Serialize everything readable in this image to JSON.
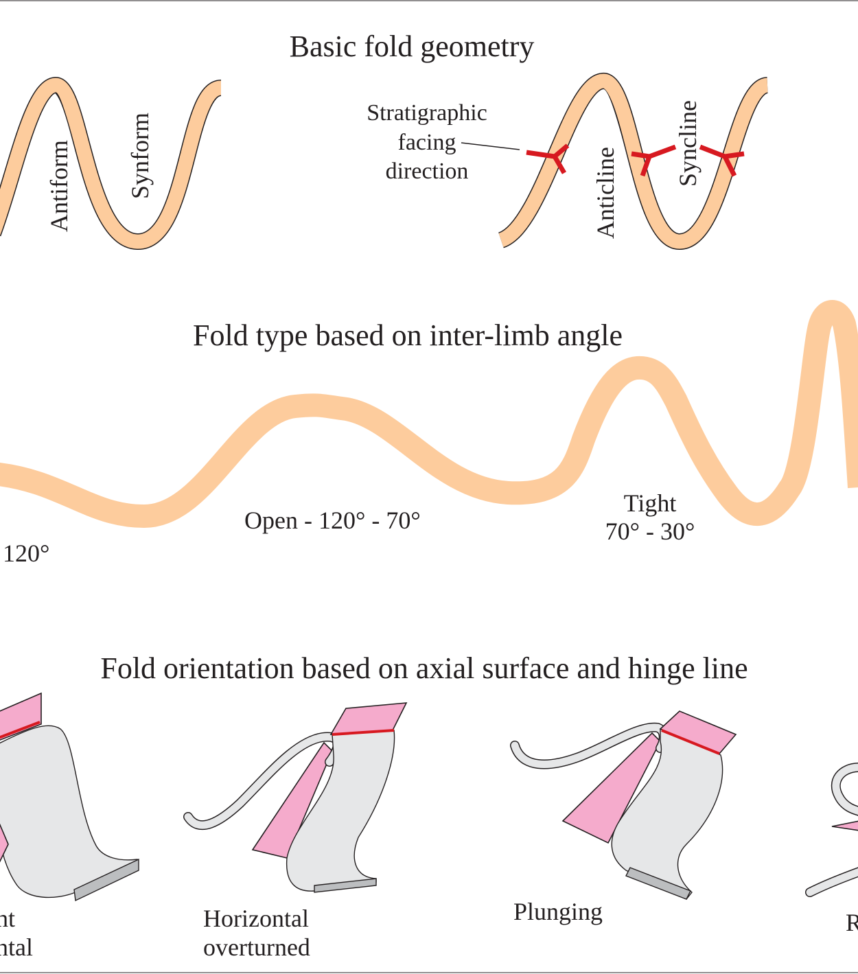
{
  "sections": {
    "basic_geometry": {
      "title": "Basic fold geometry",
      "antiform_label": "Antiform",
      "synform_label": "Synform",
      "facing_label_lines": [
        "Stratigraphic",
        "facing",
        "direction"
      ],
      "anticline_label": "Anticline",
      "syncline_label": "Syncline"
    },
    "interlimb_angle": {
      "title": "Fold type based on inter-limb angle",
      "gentle_label": "120°",
      "open_label": "Open - 120° - 70°",
      "tight_label_lines": [
        "Tight",
        "70° - 30°"
      ]
    },
    "orientation": {
      "title": "Fold orientation based on axial surface and hinge line",
      "upright_label_lines": [
        "ht",
        "ntal"
      ],
      "horizontal_overturned_label_lines": [
        "Horizontal",
        "overturned"
      ],
      "plunging_label": "Plunging",
      "recumbent_label_partial": "R"
    }
  },
  "colors": {
    "fold_layer": "#fdcc9d",
    "axial_surface": "#f5abcc",
    "hinge_line": "#d71920",
    "facing_symbol": "#d71920",
    "fold_surface": "#e6e7e8",
    "text": "#231f20"
  }
}
